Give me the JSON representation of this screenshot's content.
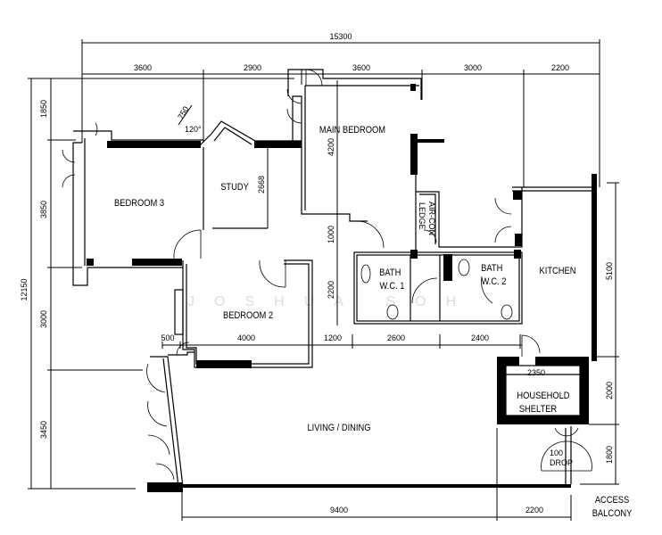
{
  "rooms": {
    "main_bedroom": "MAIN  BEDROOM",
    "study": "STUDY",
    "bedroom3": "BEDROOM  3",
    "bedroom2": "BEDROOM  2",
    "bath1_a": "BATH",
    "bath1_b": "W.C.  1",
    "bath2_a": "BATH",
    "bath2_b": "W.C.  2",
    "kitchen": "KITCHEN",
    "aircon_a": "AIR-CON",
    "aircon_b": "LEDGE",
    "shelter_a": "HOUSEHOLD",
    "shelter_b": "SHELTER",
    "living": "LIVING  /  DINING",
    "drop_a": "100",
    "drop_b": "DROP",
    "balcony_a": "ACCESS",
    "balcony_b": "BALCONY"
  },
  "dimensions": {
    "total_width": "15300",
    "top": [
      "3600",
      "2900",
      "3600",
      "3000",
      "2200"
    ],
    "left_total": "12150",
    "left": [
      "1850",
      "3850",
      "3000",
      "3450"
    ],
    "right": [
      "5100",
      "2000",
      "1800"
    ],
    "middle": [
      "500",
      "4000",
      "1200",
      "2600",
      "2400"
    ],
    "bottom": [
      "9400",
      "2200"
    ],
    "bay_window": "750",
    "bay_angle": "120°",
    "study_depth": "2668",
    "main_bedroom_depth": "4200",
    "corridor": "1000",
    "bath_depth": "2200",
    "shelter_width": "2350"
  },
  "watermark": "JOSHUA SOH"
}
